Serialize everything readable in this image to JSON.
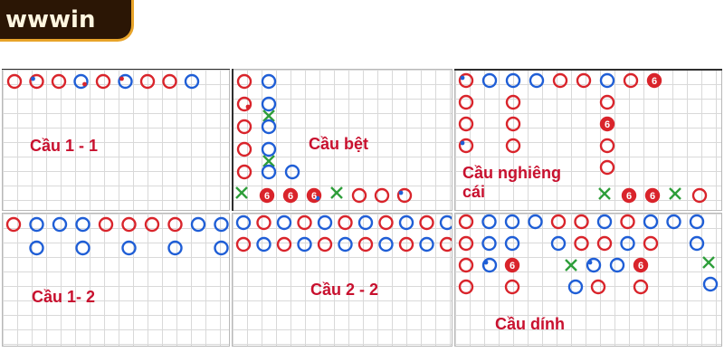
{
  "logo": {
    "text": "wwwin"
  },
  "colors": {
    "red": "#d9242b",
    "blue": "#1f5ed6",
    "green": "#2e9e3a",
    "label": "#c8102e"
  },
  "panels": {
    "p11": {
      "label": "Cầu 1 - 1"
    },
    "pbet": {
      "label": "Cầu bệt"
    },
    "pnghieng": {
      "label_line1": "Cầu nghiêng",
      "label_line2": "cái"
    },
    "p12": {
      "label": "Cầu 1- 2"
    },
    "p22": {
      "label": "Cầu 2 - 2"
    },
    "pdinh": {
      "label": "Cầu dính"
    }
  }
}
